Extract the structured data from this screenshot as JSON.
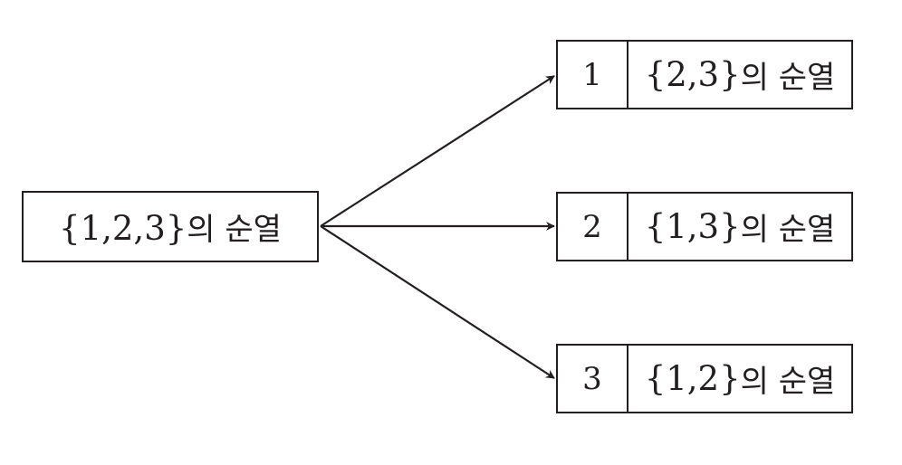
{
  "root": {
    "set": "{1,2,3}",
    "word": "의 순열"
  },
  "children": [
    {
      "num": "1",
      "set": "{2,3}",
      "word": "의 순열"
    },
    {
      "num": "2",
      "set": "{1,3}",
      "word": "의 순열"
    },
    {
      "num": "3",
      "set": "{1,2}",
      "word": "의 순열"
    }
  ]
}
